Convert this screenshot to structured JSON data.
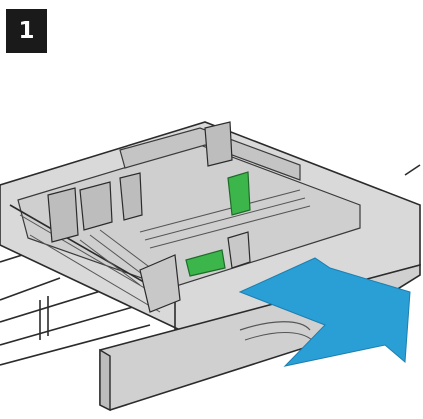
{
  "step": {
    "number": "1"
  },
  "illustration": {
    "subject": "paper-tray",
    "colors": {
      "tray_body": "#d9d9d9",
      "tray_shadow": "#b5b5b5",
      "outline": "#2b2b2b",
      "guide_green": "#3cb54a",
      "arrow_blue": "#2a9fd6"
    },
    "arrow_direction": "pull-out"
  }
}
